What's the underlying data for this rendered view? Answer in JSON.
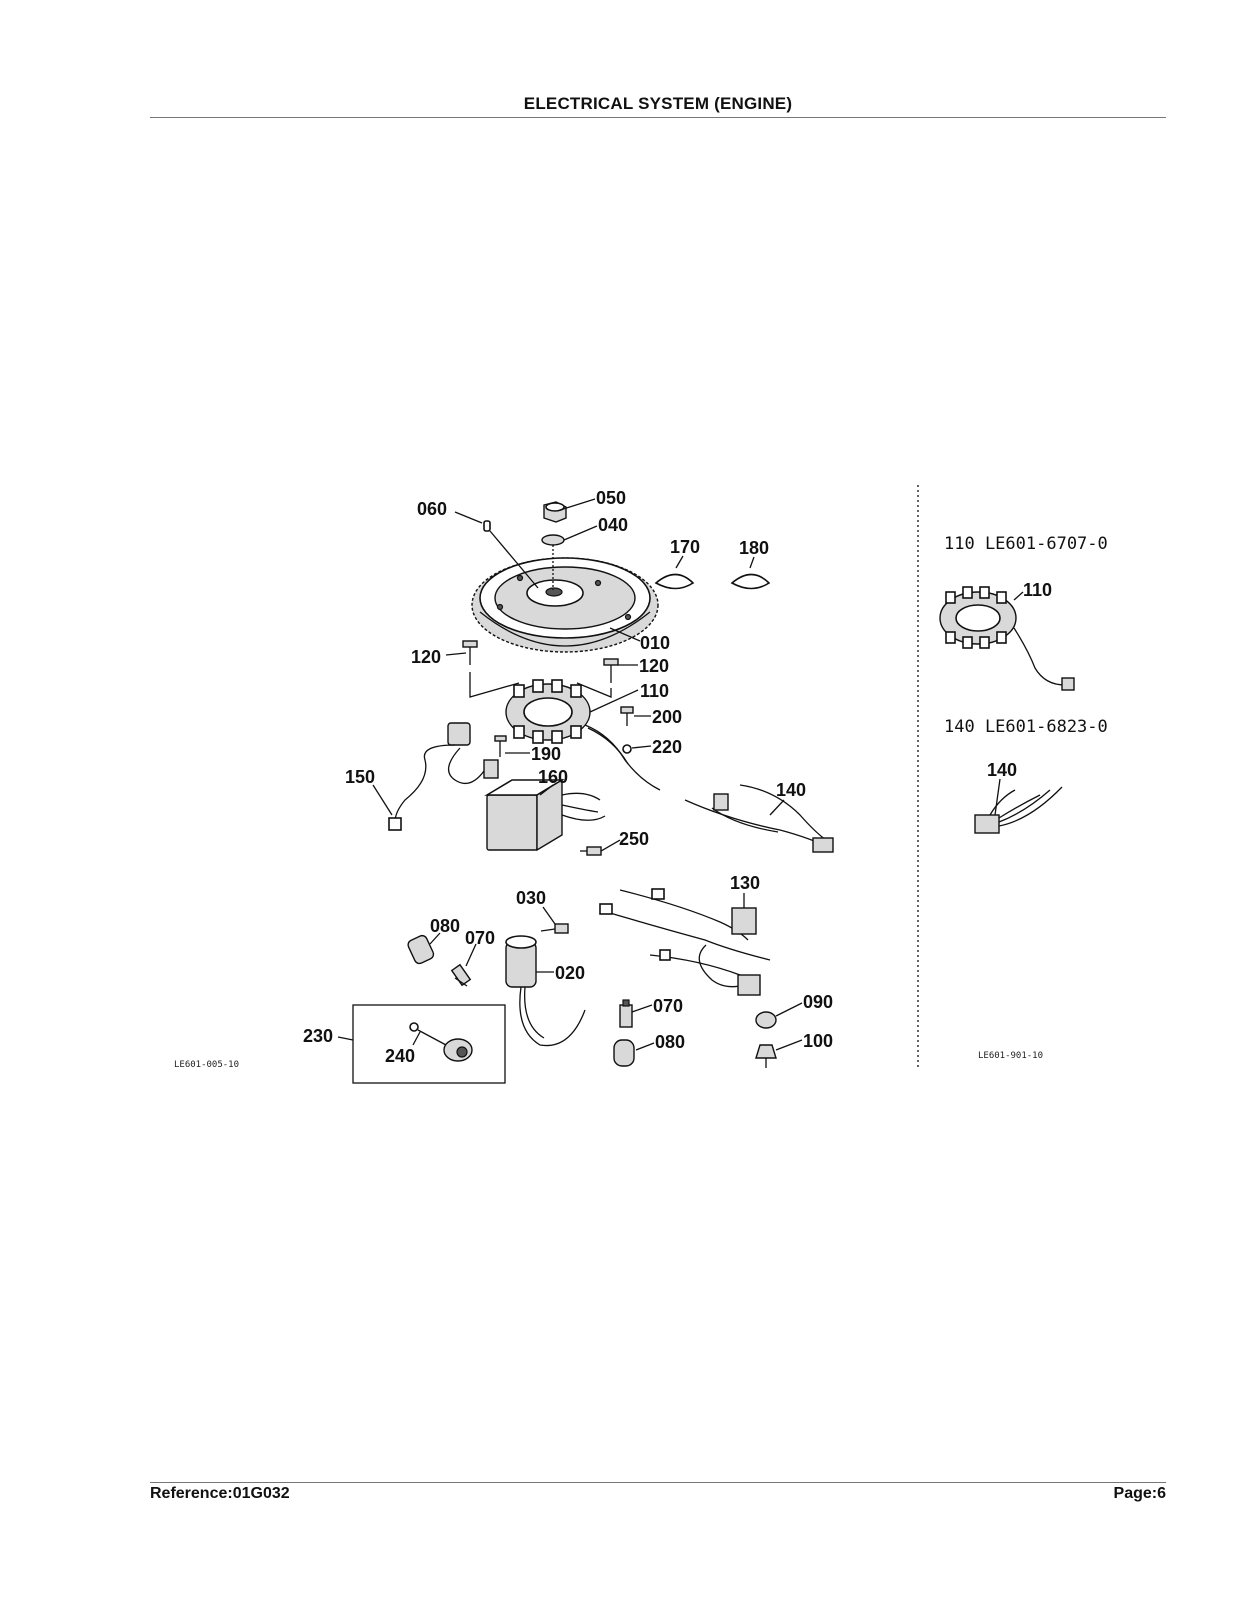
{
  "header": {
    "title": "ELECTRICAL SYSTEM (ENGINE)"
  },
  "footer": {
    "reference": "Reference:01G032",
    "page": "Page:6"
  },
  "figure_codes": {
    "main": "LE601-005-10",
    "inset": "LE601-901-10"
  },
  "inset_parts": [
    {
      "title": "110 LE601-6707-0",
      "callout": "110"
    },
    {
      "title": "140 LE601-6823-0",
      "callout": "140"
    }
  ],
  "callouts": {
    "c050": "050",
    "c040": "040",
    "c060": "060",
    "c170": "170",
    "c180": "180",
    "c010": "010",
    "c120a": "120",
    "c120b": "120",
    "c110": "110",
    "c200": "200",
    "c220": "220",
    "c190": "190",
    "c150": "150",
    "c160": "160",
    "c140": "140",
    "c250": "250",
    "c130": "130",
    "c030": "030",
    "c080a": "080",
    "c070a": "070",
    "c020": "020",
    "c070b": "070",
    "c090": "090",
    "c080b": "080",
    "c100": "100",
    "c230": "230",
    "c240": "240"
  }
}
